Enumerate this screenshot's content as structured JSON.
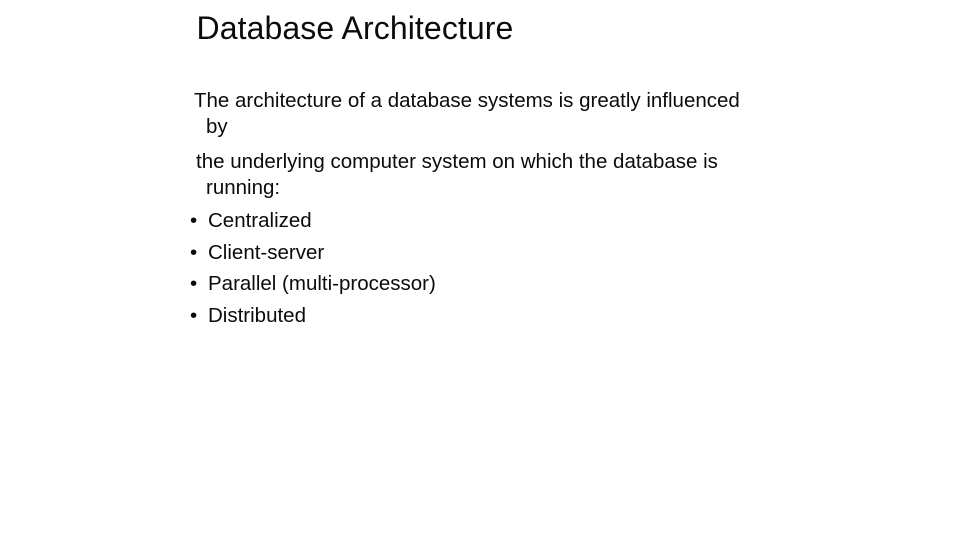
{
  "slide": {
    "title": "Database Architecture",
    "paragraphs": [
      "The architecture of a database systems is greatly influenced by",
      "the underlying computer system on which the database is running:"
    ],
    "bullet_marker": "•",
    "bullets": [
      "Centralized",
      "Client-server",
      "Parallel (multi-processor)",
      "Distributed"
    ],
    "colors": {
      "background": "#ffffff",
      "text": "#0b0b0b"
    }
  }
}
